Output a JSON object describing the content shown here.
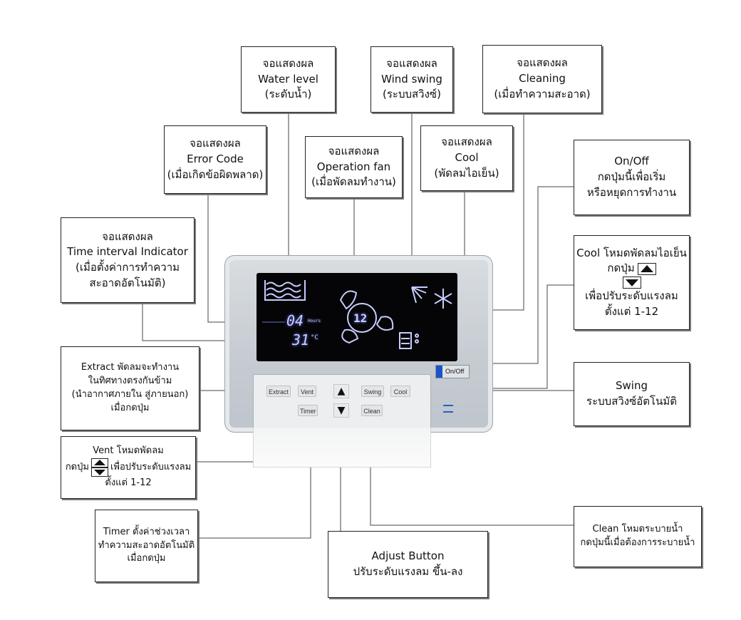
{
  "callouts": {
    "water_level": {
      "l1": "จอแสดงผล",
      "l2": "Water level",
      "l3": "(ระดับน้ำ)"
    },
    "wind_swing": {
      "l1": "จอแสดงผล",
      "l2": "Wind swing",
      "l3": "(ระบบสวิงซ์)"
    },
    "cleaning": {
      "l1": "จอแสดงผล",
      "l2": "Cleaning",
      "l3": "(เมื่อทำความสะอาด)"
    },
    "error_code": {
      "l1": "จอแสดงผล",
      "l2": "Error Code",
      "l3": "(เมื่อเกิดข้อผิดพลาด)"
    },
    "operation_fan": {
      "l1": "จอแสดงผล",
      "l2": "Operation fan",
      "l3": "(เมื่อพัดลมทำงาน)"
    },
    "cool_display": {
      "l1": "จอแสดงผล",
      "l2": "Cool",
      "l3": "(พัดลมไอเย็น)"
    },
    "onoff": {
      "l1": "On/Off",
      "l2": "กดปุ่มนี้เพื่อเริ่ม",
      "l3": "หรือหยุดการทำงาน"
    },
    "time_interval": {
      "l1": "จอแสดงผล",
      "l2": "Time interval Indicator",
      "l3": "(เมื่อตั้งค่าการทำความ",
      "l4": "สะอาดอัตโนมัติ)"
    },
    "cool_mode": {
      "l1": "Cool โหมดพัดลมไอเย็น",
      "l2": "กดปุ่ม",
      "l3": "เพื่อปรับระดับแรงลม",
      "l4": "ตั้งแต่ 1-12"
    },
    "extract": {
      "l1": "Extract พัดลมจะทำงาน",
      "l2": "ในทิศทางตรงกันข้าม",
      "l3": "(นำอากาศภายใน สู่ภายนอก)",
      "l4": "เมื่อกดปุ่ม"
    },
    "swing": {
      "l1": "Swing",
      "l2": "ระบบสวิงซ์อัตโนมัติ"
    },
    "vent": {
      "l1": "Vent โหมดพัดลม",
      "l2a": "กดปุ่ม",
      "l2b": "เพื่อปรับระดับแรงลม",
      "l3": "ตั้งแต่ 1-12"
    },
    "timer": {
      "l1": "Timer ตั้งค่าช่วงเวลา",
      "l2": "ทำความสะอาดอัตโนมัติ",
      "l3": "เมื่อกดปุ่ม"
    },
    "adjust": {
      "l1": "Adjust Button",
      "l2": "ปรับระดับแรงลม ขึ้น-ลง"
    },
    "clean": {
      "l1": "Clean โหมดระบายน้ำ",
      "l2": "กดปุ่มนี้เมื่อต้องการระบายน้ำ"
    }
  },
  "panel": {
    "buttons": {
      "extract": "Extract",
      "vent": "Vent",
      "swing": "Swing",
      "cool": "Cool",
      "timer": "Timer",
      "clean": "Clean",
      "onoff": "On/Off",
      "up": "▲",
      "down": "▼"
    },
    "lcd": {
      "fan_speed": "12",
      "hours_value": "04",
      "hours_unit": "Hours",
      "temp_value": "31",
      "temp_unit": "°C"
    }
  },
  "colors": {
    "onoff_indicator": "#1a54c8",
    "lcd_glow": "#c7ccff",
    "screen_bg": "#050507"
  }
}
